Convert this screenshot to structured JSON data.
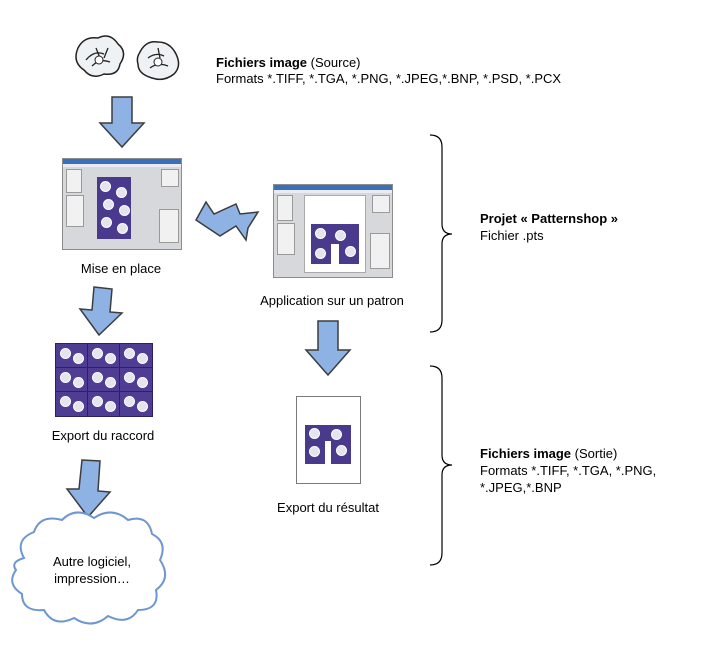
{
  "source": {
    "title_bold": "Fichiers  image",
    "title_rest": " (Source)",
    "formats": "Formats *.TIFF, *.TGA, *.PNG, *.JPEG,*.BNP, *.PSD, *.PCX"
  },
  "steps": {
    "setup": "Mise en place",
    "pattern": "Application sur un patron",
    "export_tile": "Export du raccord",
    "export_result": "Export du résultat",
    "cloud": "Autre logiciel, impression…"
  },
  "project": {
    "title": "Projet « Patternshop »",
    "file": "Fichier .pts"
  },
  "output": {
    "title_bold": "Fichiers image",
    "title_rest": " (Sortie)",
    "formats_line1": "Formats *.TIFF, *.TGA, *.PNG,",
    "formats_line2": "*.JPEG,*.BNP"
  },
  "colors": {
    "arrow_fill": "#8db2e3",
    "arrow_stroke": "#3d3d3d",
    "fabric": "#4a3a8e"
  }
}
